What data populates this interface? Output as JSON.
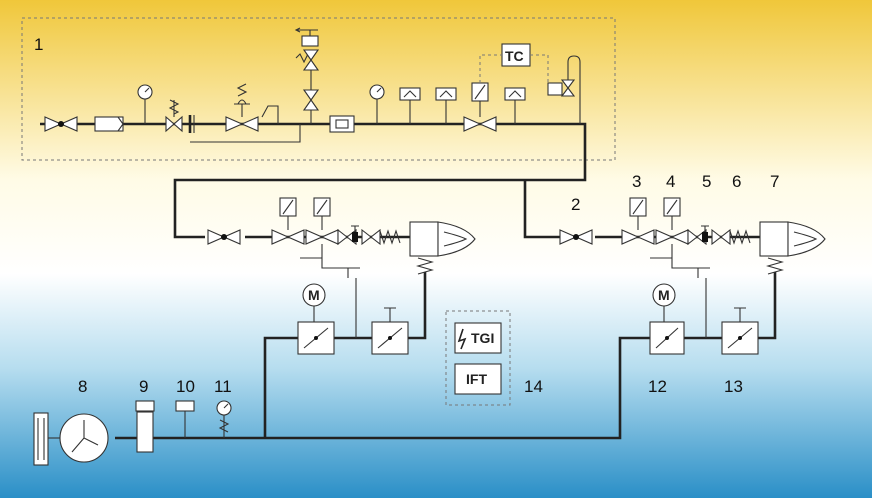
{
  "colors": {
    "bg_top": "#f0c73a",
    "bg_mid": "#fffbe6",
    "bg_low": "#b6ddef",
    "bg_bottom": "#2a8fc7",
    "pipe": "#222222"
  },
  "labels": {
    "n1": "1",
    "n2": "2",
    "n3": "3",
    "n4": "4",
    "n5": "5",
    "n6": "6",
    "n7": "7",
    "n8": "8",
    "n9": "9",
    "n10": "10",
    "n11": "11",
    "n12": "12",
    "n13": "13",
    "n14": "14"
  },
  "boxes": {
    "tc": "TC",
    "tgi": "TGI",
    "ift": "IFT"
  },
  "motor_symbol": "M"
}
